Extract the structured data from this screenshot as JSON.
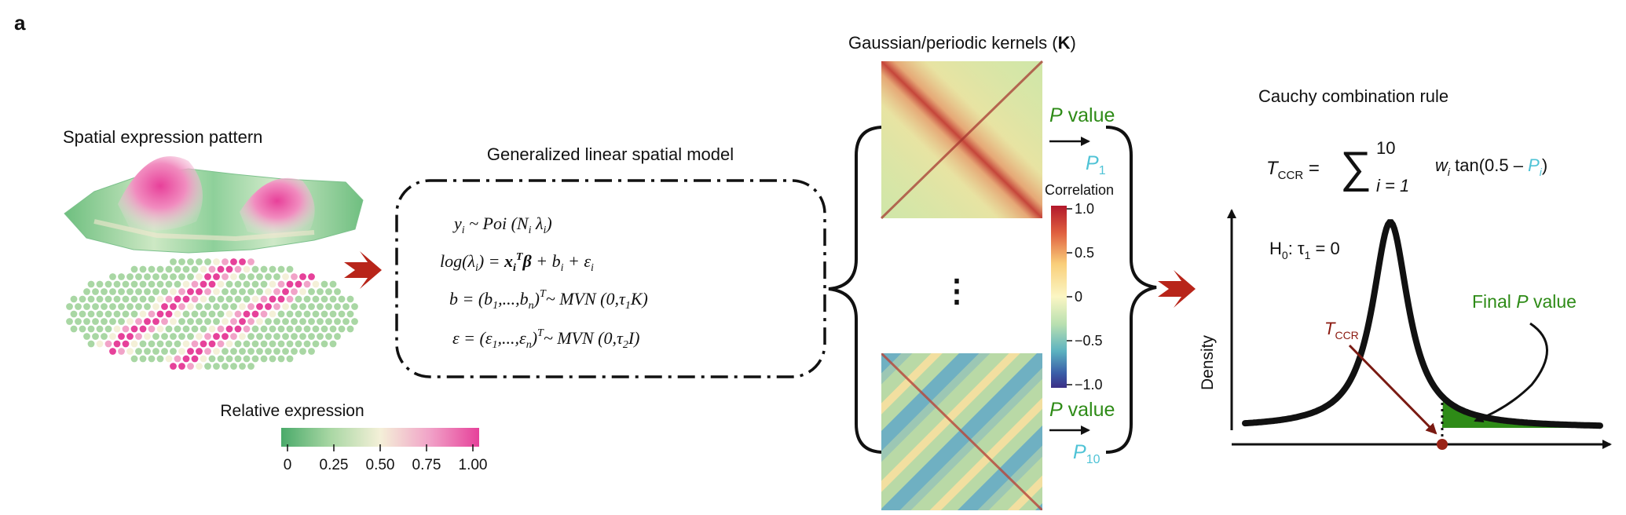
{
  "panel_letter": "a",
  "spatial": {
    "title": "Spatial expression pattern",
    "legend_title": "Relative expression",
    "legend_ticks": [
      "0",
      "0.25",
      "0.50",
      "0.75",
      "1.00"
    ],
    "legend_colors": [
      "#4aaa6a",
      "#a9d7a4",
      "#f4f0d8",
      "#f1a3c8",
      "#e6419a"
    ]
  },
  "model": {
    "title": "Generalized linear spatial model",
    "eq1": "y",
    "eq1_sub": "i",
    "eq1_rest": " ~ Poi (N",
    "eq1_sub2": "i",
    "eq1_rest2": " λ",
    "eq1_sub3": "i",
    "eq1_end": ")",
    "eq2_a": "log(λ",
    "eq2_sub": "i",
    "eq2_b": ") = ",
    "eq2_x": "x",
    "eq2_xsub": "i",
    "eq2_xsup": "T",
    "eq2_beta": "β",
    "eq2_c": " + b",
    "eq2_sub2": "i",
    "eq2_d": " + ε",
    "eq2_sub3": "i",
    "eq3_a": "b = (b",
    "eq3_sub1": "1",
    "eq3_b": ",...,b",
    "eq3_sub2": "n",
    "eq3_c": ")",
    "eq3_sup": "T",
    "eq3_d": "~ MVN (0,τ",
    "eq3_sub3": "1",
    "eq3_e": "K)",
    "eq4_a": "ε = (ε",
    "eq4_sub1": "1",
    "eq4_b": ",...,ε",
    "eq4_sub2": "n",
    "eq4_c": ")",
    "eq4_sup": "T",
    "eq4_d": "~ MVN (0,τ",
    "eq4_sub3": "2",
    "eq4_e": "I)"
  },
  "kernels": {
    "title_pre": "Gaussian/periodic kernels (",
    "title_bold": "K",
    "title_post": ")",
    "ellipsis": "⋮",
    "colorbar_title": "Correlation",
    "colorbar_ticks": [
      "1.0",
      "0.5",
      "0",
      "−0.5",
      "−1.0"
    ],
    "colorbar_colors": [
      "#b2182b",
      "#e0603f",
      "#f9cf7a",
      "#fbf6c4",
      "#b9e0b0",
      "#5cb2c0",
      "#3a5ea8",
      "#3b2f86"
    ],
    "pvalue_label_italic": "P",
    "pvalue_label_rest": " value",
    "p1_main": "P",
    "p1_sub": "1",
    "p10_main": "P",
    "p10_sub": "10"
  },
  "cauchy": {
    "title": "Cauchy combination rule",
    "formula_T": "T",
    "formula_Tsub": "CCR",
    "formula_eq": " =",
    "formula_sum": "∑",
    "formula_upper": "10",
    "formula_lower": "i = 1",
    "formula_w": "w",
    "formula_wsub": "i",
    "formula_tan": " tan(0.5 – ",
    "formula_P": "P",
    "formula_Psub": "i",
    "formula_close": ")",
    "h0": "H",
    "h0_sub": "0",
    "h0_rest": ": τ",
    "h0_sub2": "1",
    "h0_end": " = 0",
    "ylabel": "Density",
    "tccr_main": "T",
    "tccr_sub": "CCR",
    "final_pre": "Final ",
    "final_italic": "P",
    "final_post": " value",
    "colors": {
      "green": "#2e8b17",
      "cyan": "#4fc3d6",
      "red": "#8b1a10"
    }
  },
  "arrows": {
    "color": "#b8251a"
  }
}
